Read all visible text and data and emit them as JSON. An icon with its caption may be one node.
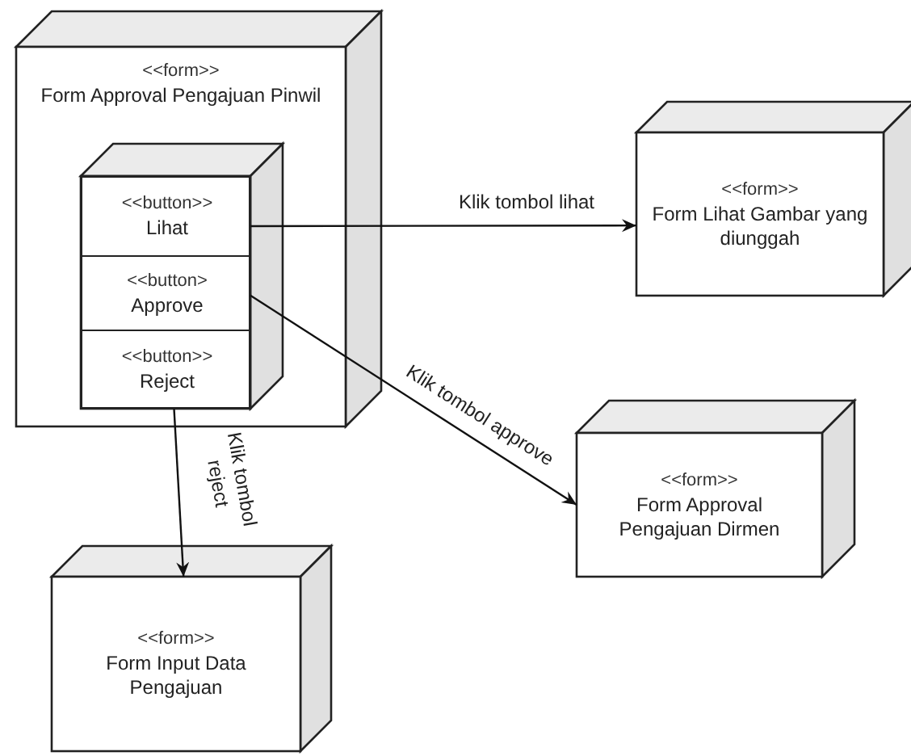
{
  "diagram": {
    "nodes": [
      {
        "text": [
          "<<form>>",
          "Form Approval Pengajuan Pinwil"
        ]
      },
      {
        "text": [],
        "shape": "box",
        "in": 0
      },
      {
        "text": [
          "<<button>>",
          "Lihat"
        ],
        "in": 1
      },
      {
        "text": [
          "<<button>",
          "Approve"
        ],
        "in": 1
      },
      {
        "text": [
          "<<button>>",
          "Reject"
        ],
        "in": 1
      },
      {
        "text": [
          "<<form>>",
          "Form Lihat Gambar yang diunggah"
        ]
      },
      {
        "text": [
          "<<form>>",
          "Form Approval Pengajuan Dirmen"
        ]
      },
      {
        "text": [
          "<<form>>",
          "Form Input Data Pengajuan"
        ]
      }
    ],
    "edges": [
      {
        "from": 2,
        "to": 5,
        "arrow": "to",
        "label": "Klik tombol lihat"
      },
      {
        "from": 3,
        "to": 6,
        "arrow": "to",
        "label": "Klik tombol approve"
      },
      {
        "from": 4,
        "to": 7,
        "arrow": "to",
        "label": "Klik tombol reject"
      }
    ]
  }
}
